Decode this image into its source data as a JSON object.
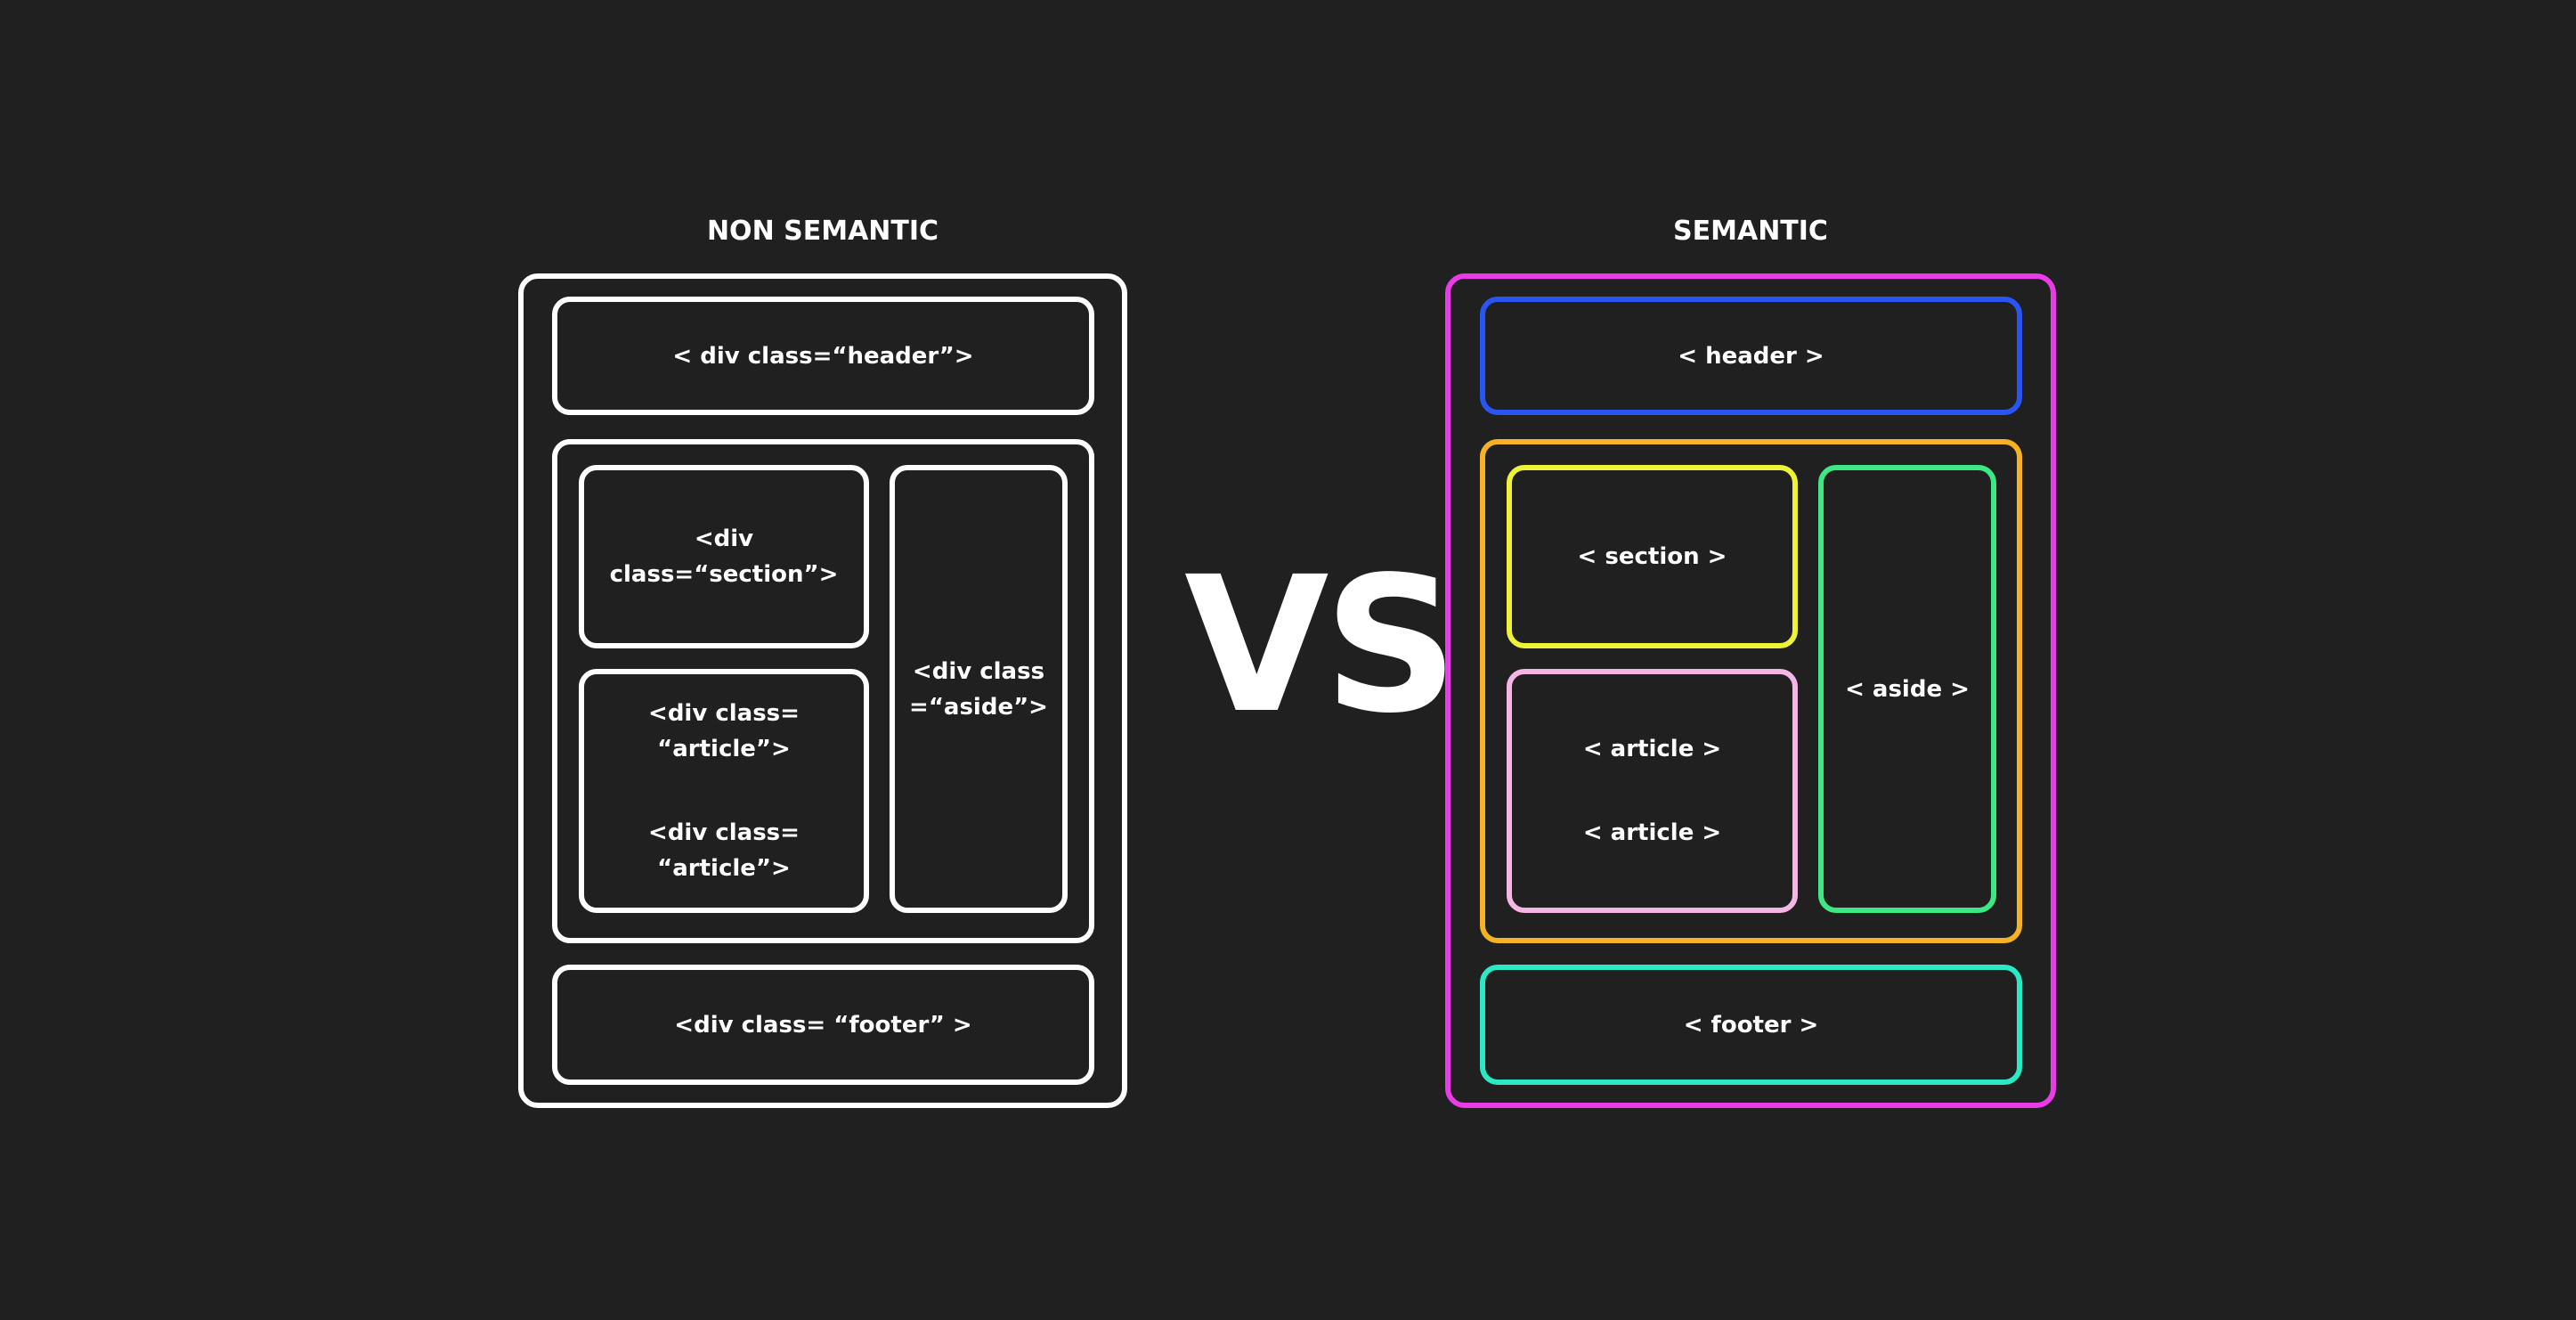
{
  "non_semantic": {
    "title": "NON SEMANTIC",
    "color": "#ffffff",
    "header": "< div class=“header”>",
    "section": "<div class=“section”>",
    "article_1": "<div class= “article”>",
    "article_2": "<div class= “article”>",
    "aside_line_1": "<div class",
    "aside_line_2": "=“aside”>",
    "footer": "<div class= “footer” >"
  },
  "vs_label": "VS",
  "semantic": {
    "title": "SEMANTIC",
    "header": "< header >",
    "section": "< section >",
    "article_1": "< article >",
    "article_2": "< article >",
    "aside": "< aside >",
    "footer": "< footer >",
    "colors": {
      "body": "#e93be6",
      "header": "#2a55f0",
      "main": "#f5b225",
      "section": "#eef239",
      "article": "#f5b6e6",
      "aside": "#3ce784",
      "footer": "#2ce9c5"
    }
  }
}
